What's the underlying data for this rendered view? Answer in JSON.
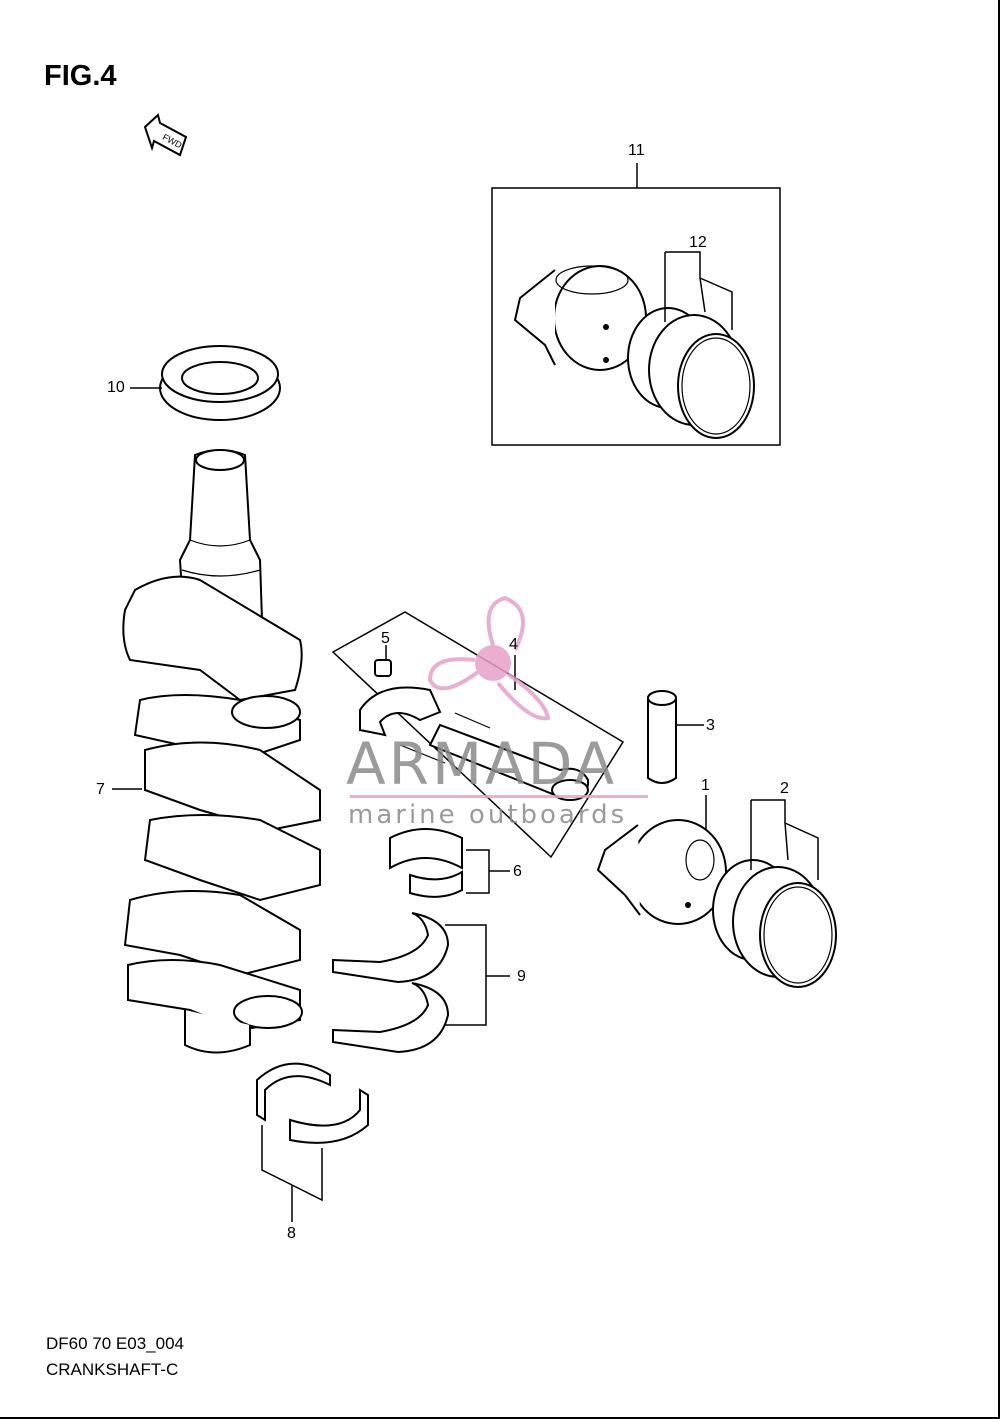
{
  "figure": {
    "title": "FIG.4",
    "fwd_label": "FWD"
  },
  "footer": {
    "code": "DF60 70 E03_004",
    "name": "CRANKSHAFT-C"
  },
  "callouts": [
    "1",
    "2",
    "3",
    "4",
    "5",
    "6",
    "7",
    "8",
    "9",
    "10",
    "11",
    "12"
  ],
  "watermark": {
    "brand": "ARMADA",
    "tagline": "marine outboards",
    "brand_color": "#8a8a8a",
    "accent_color": "#e6a0c8"
  }
}
